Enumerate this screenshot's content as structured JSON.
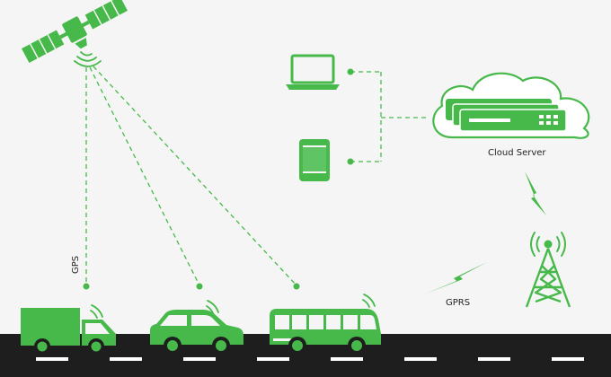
{
  "labels": {
    "gps": "GPS",
    "gprs": "GPRS",
    "cloud_server": "Cloud Server"
  },
  "colors": {
    "accent": "#46b94a",
    "accent_dark": "#2f8f35",
    "road": "#1e1e1e",
    "background": "#f5f5f5",
    "lane_marking": "#ffffff"
  },
  "icons": [
    "satellite-icon",
    "laptop-icon",
    "tablet-icon",
    "cloud-server-icon",
    "lightning-icon",
    "cell-tower-icon",
    "truck-icon",
    "car-icon",
    "bus-icon"
  ]
}
